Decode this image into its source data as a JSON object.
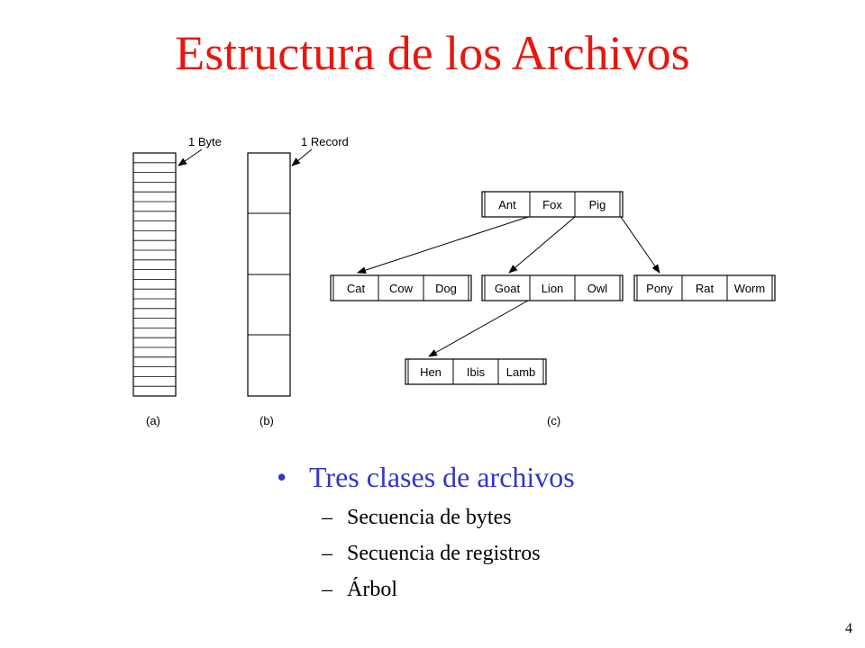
{
  "title": "Estructura de los Archivos",
  "figure": {
    "byte_label": "1 Byte",
    "record_label": "1 Record",
    "caption_a": "(a)",
    "caption_b": "(b)",
    "caption_c": "(c)",
    "tree": {
      "root": [
        "Ant",
        "Fox",
        "Pig"
      ],
      "level2_left": [
        "Cat",
        "Cow",
        "Dog"
      ],
      "level2_mid": [
        "Goat",
        "Lion",
        "Owl"
      ],
      "level2_right": [
        "Pony",
        "Rat",
        "Worm"
      ],
      "level3": [
        "Hen",
        "Ibis",
        "Lamb"
      ]
    }
  },
  "bullets": {
    "main": "Tres clases de archivos",
    "bullet_symbol": "•",
    "dash": "–",
    "items": [
      "Secuencia de bytes",
      "Secuencia de registros",
      "Árbol"
    ]
  },
  "page_number": "4",
  "colors": {
    "title": "#e8170d",
    "bullet": "#3535c8"
  }
}
